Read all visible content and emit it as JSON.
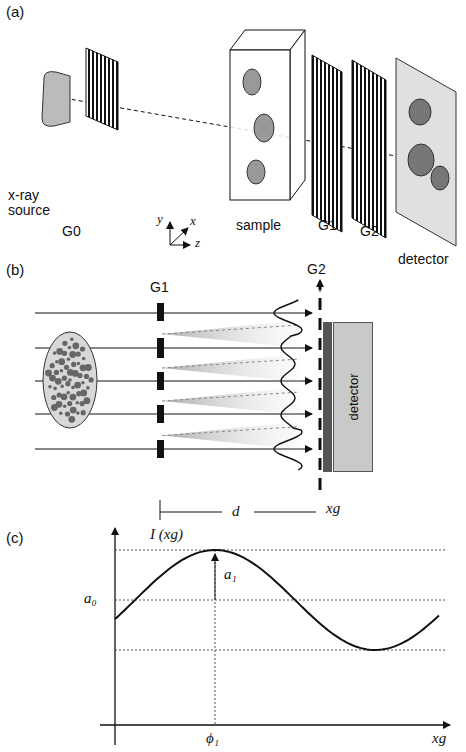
{
  "diagram": {
    "nodes": [
      {
        "text": [
          "detector"
        ]
      }
    ],
    "labels": [
      "(a)",
      "x-ray source",
      "G0",
      "y",
      "x",
      "z",
      "sample",
      "G1",
      "G2",
      "detector",
      "(b)",
      "G1",
      "G2",
      "d",
      "xg",
      "(c)",
      "I (xg)",
      "a₁",
      "a₀",
      "ϕ₁",
      "xg"
    ]
  }
}
